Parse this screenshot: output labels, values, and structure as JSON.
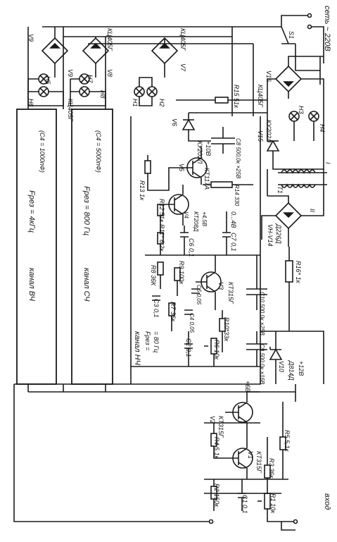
{
  "labels": {
    "mains": "сеть ~ 220В",
    "S1": "S1",
    "input": "вход",
    "V9": "V9",
    "V9_type": "КЦ405Г",
    "V8": "V8",
    "V8_type": "КЦ405Г",
    "V7": "V7",
    "V7_type": "КЦ405Г",
    "V16": "V16",
    "V16_type": "КЦ405Г",
    "V15": "V15",
    "V15_type": "КУ202Л",
    "V6": "V6",
    "V6_type": "КУ202Л",
    "V6_v": "+10В",
    "V5": "V5",
    "V5_type": "КТ117А",
    "V4": "V4",
    "V4_type": "КТ208Д",
    "V3": "V3",
    "V3_type": "КТ315Г",
    "V2": "V2",
    "V2_type": "КТ315Г",
    "V1": "V1",
    "V1_type": "КТ315Г",
    "V10": "V10",
    "V10_type": "Д814Д",
    "VH_V14": "VH-V14",
    "VH_type": "Д226Д",
    "H1": "H1",
    "H2": "H2",
    "H3": "H3",
    "H4": "H4",
    "H5": "H5",
    "H6": "H6",
    "H7": "H7",
    "H8": "H8",
    "R1": "R1 10к",
    "R2": "R2 150к",
    "R3": "R3 36к",
    "R4": "R4 5,1к",
    "R5": "R5 5,1к",
    "R6": "R6 10к",
    "R7": "R7 36к",
    "R8": "R8 36К",
    "R9": "R9 100к",
    "R10": "R10*33к",
    "R11": "R11* 6,2к",
    "R12": "R12 51к",
    "R13": "R13 1к",
    "R14": "R14 330",
    "R15": "R15 51к",
    "R16": "R16* 1к",
    "C1": "C1 0,1",
    "C2": "C2 0,1",
    "C3": "C3 0,1",
    "C4": "C4 0,05",
    "C5": "C5 0,05",
    "C6": "C6 0,1",
    "C7": "C7 0,1",
    "C8": "C8 500,0к ×25В",
    "C9": "C9 500,0к ×16В",
    "C10": "C10 500,0к ×25В",
    "T1": "T1",
    "T_I": "I",
    "T_II": "II",
    "plus6": "+6В",
    "plus12": "+12В",
    "plus45": "+4,5В",
    "range": "0...4В",
    "ch_hf": "канал ВЧ",
    "ch_hf_f": "Fрез = 4кГц",
    "ch_hf_c": "(C4 = 1000пФ)",
    "ch_mf": "канал СЧ",
    "ch_mf_f": "Fрез = 800 Гц",
    "ch_mf_c": "(C4 = 5000пФ)",
    "ch_lf": "канал НЧ",
    "ch_lf_f1": "Fрез =",
    "ch_lf_f2": "= 80 Гц"
  },
  "colors": {
    "ink": "#1a1a1a",
    "paper": "#ffffff"
  }
}
